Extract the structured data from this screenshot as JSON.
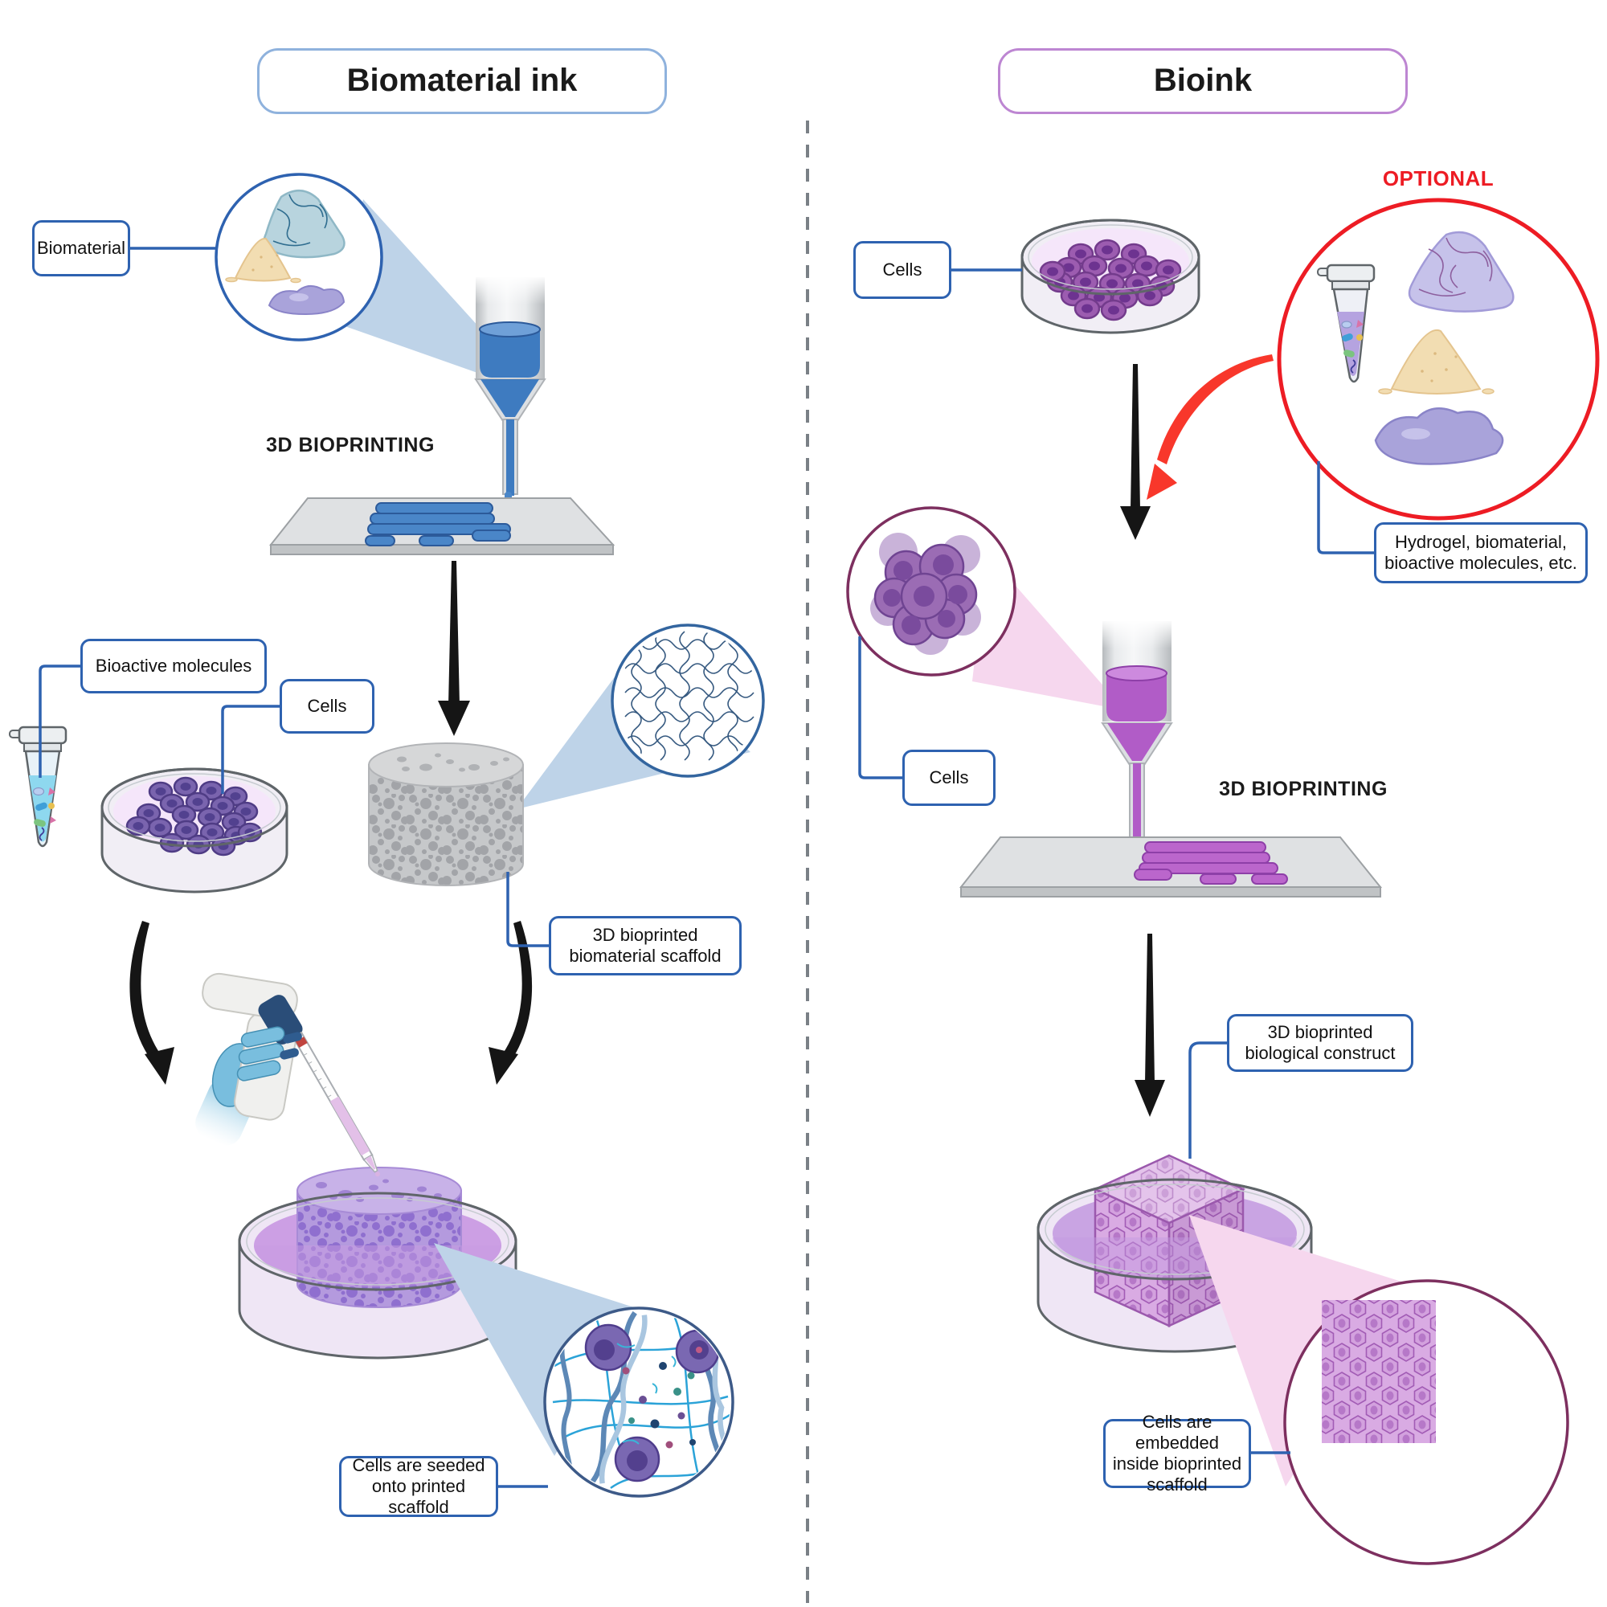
{
  "left": {
    "title": "Biomaterial ink",
    "biomaterial": "Biomaterial",
    "bioprinting": "3D BIOPRINTING",
    "bioactive": "Bioactive molecules",
    "cells": "Cells",
    "scaffold": "3D bioprinted biomaterial scaffold",
    "seeded": "Cells are seeded onto printed scaffold"
  },
  "right": {
    "title": "Bioink",
    "cells_top": "Cells",
    "optional": "OPTIONAL",
    "hydrogel": "Hydrogel, biomaterial, bioactive molecules, etc.",
    "cells": "Cells",
    "bioprinting": "3D BIOPRINTING",
    "construct": "3D bioprinted biological construct",
    "embedded": "Cells are embedded inside bioprinted scaffold"
  },
  "colors": {
    "accent_blue": "#2e62b0",
    "title_blue_border": "#8fb2dd",
    "title_purple_border": "#bd86d2",
    "alert_red": "#ed1c24",
    "ink_blue": "#3e7bc0",
    "ink_purple": "#b15cc7",
    "zoom_maroon": "#7d2f5f",
    "beam_blue": "#bed3e8",
    "beam_pink": "#f6d7ee"
  }
}
